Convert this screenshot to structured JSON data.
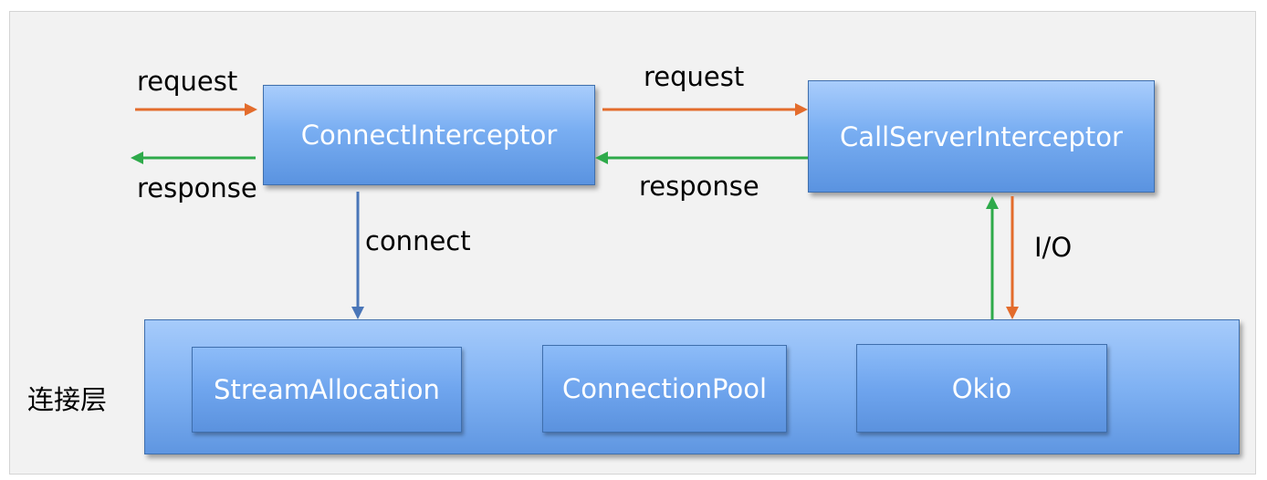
{
  "nodes": {
    "connect_interceptor": "ConnectInterceptor",
    "call_server_interceptor": "CallServerInterceptor",
    "stream_allocation": "StreamAllocation",
    "connection_pool": "ConnectionPool",
    "okio": "Okio"
  },
  "layer_label": "连接层",
  "edges": {
    "request_in": "request",
    "response_out": "response",
    "request_mid": "request",
    "response_mid": "response",
    "connect": "connect",
    "io": "I/O"
  },
  "colors": {
    "request_arrow": "#e36c2c",
    "response_arrow": "#2eaa4a",
    "connect_arrow": "#4a76b8",
    "box_fill": "#79aef2",
    "box_border": "#3f6fad"
  }
}
